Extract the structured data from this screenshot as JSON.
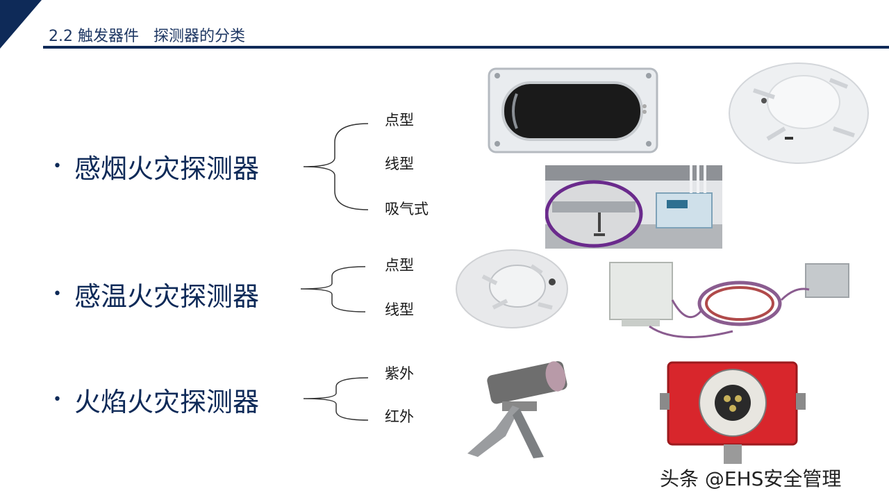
{
  "header": {
    "title": "2.2 触发器件   探测器的分类"
  },
  "categories": [
    {
      "label": "感烟火灾探测器",
      "subtypes": [
        "点型",
        "线型",
        "吸气式"
      ]
    },
    {
      "label": "感温火灾探测器",
      "subtypes": [
        "点型",
        "线型"
      ]
    },
    {
      "label": "火焰火灾探测器",
      "subtypes": [
        "紫外",
        "红外"
      ]
    }
  ],
  "watermark": "头条 @EHS安全管理",
  "bullet": "•"
}
